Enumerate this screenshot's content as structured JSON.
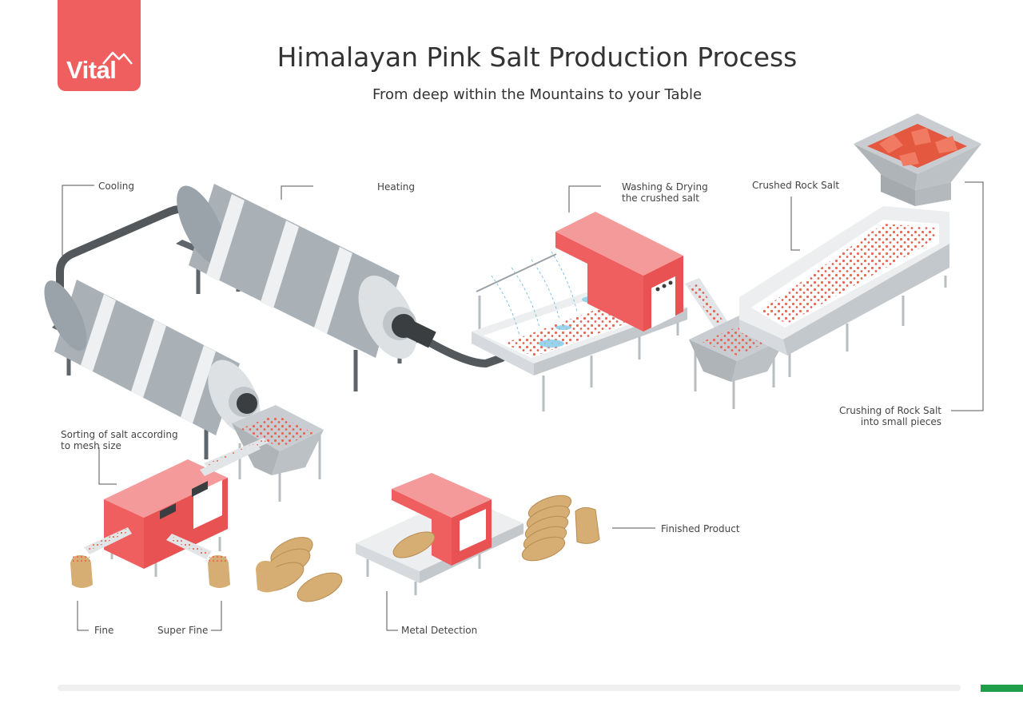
{
  "brand": {
    "logo_text": "Vital",
    "logo_color": "#ef5f60"
  },
  "header": {
    "title": "Himalayan Pink Salt Production Process",
    "subtitle": "From deep within the Mountains to your Table"
  },
  "labels": {
    "cooling": "Cooling",
    "heating": "Heating",
    "washing_line1": "Washing & Drying",
    "washing_line2": "the crushed salt",
    "crushed_rock_salt": "Crushed Rock Salt",
    "crushing_line1": "Crushing of Rock Salt",
    "crushing_line2": "into small pieces",
    "sorting_line1": "Sorting of salt according",
    "sorting_line2": "to mesh size",
    "fine": "Fine",
    "super_fine": "Super Fine",
    "metal_detection": "Metal Detection",
    "finished_product": "Finished Product"
  },
  "colors": {
    "accent_red": "#ef5f60",
    "machine_pink": "#f08585",
    "drum_gray": "#a9b1b7",
    "steel": "#c9cdd1",
    "salt_pink": "#e86a55",
    "sack": "#d6ad72",
    "footer_green": "#1f9f4a"
  }
}
